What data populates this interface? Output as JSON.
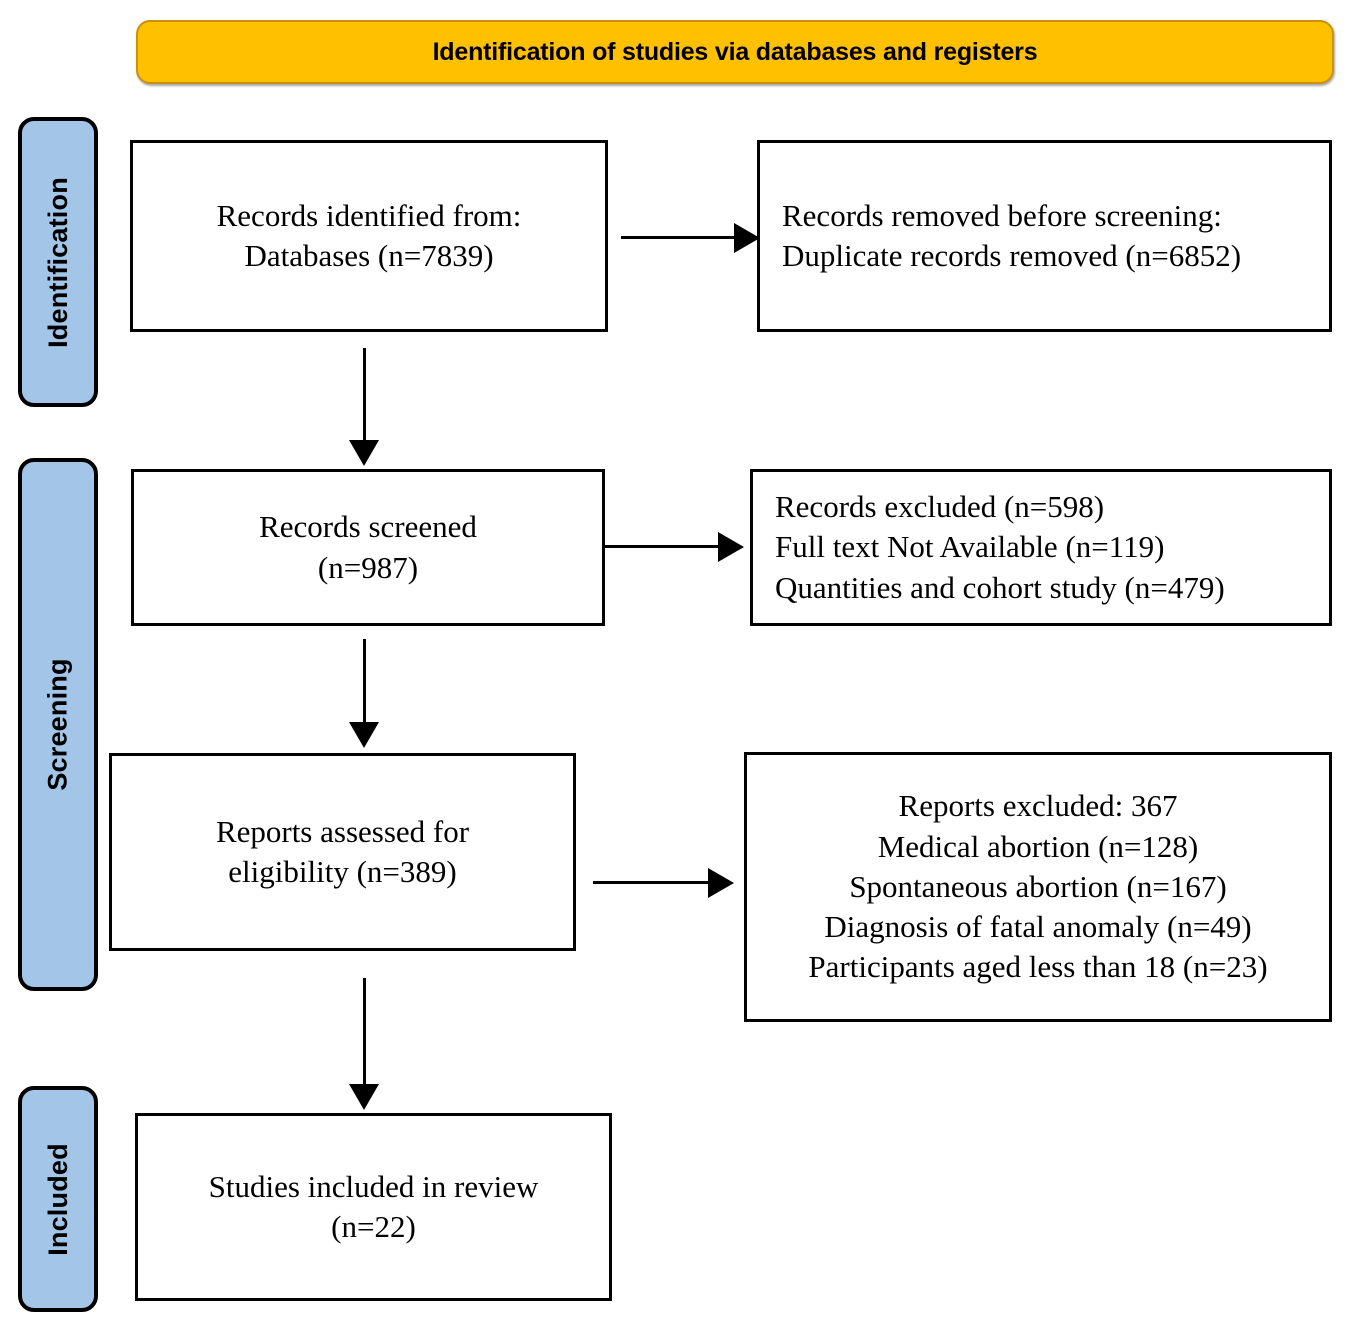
{
  "diagram": {
    "type": "prisma-flow-diagram",
    "header": {
      "title": "Identification of studies via databases and registers",
      "color": "#FFC000"
    },
    "stage_labels": {
      "color": "#A3C6E8",
      "identification": "Identification",
      "screening": "Screening",
      "included": "Included"
    },
    "boxes": {
      "records_identified": {
        "lines": [
          "Records identified from:",
          "Databases (n=7839)"
        ]
      },
      "records_removed": {
        "lines": [
          "Records removed before screening:",
          "Duplicate records removed (n=6852)"
        ]
      },
      "records_screened": {
        "lines": [
          "Records screened",
          "(n=987)"
        ]
      },
      "records_excluded": {
        "lines": [
          "Records excluded (n=598)",
          "Full text Not Available (n=119)",
          "Quantities and cohort study (n=479)"
        ]
      },
      "reports_assessed": {
        "lines": [
          "Reports assessed for",
          "eligibility (n=389)"
        ]
      },
      "reports_excluded": {
        "lines": [
          "Reports excluded: 367",
          "Medical abortion (n=128)",
          "Spontaneous abortion (n=167)",
          "Diagnosis of fatal anomaly (n=49)",
          "Participants aged less than 18 (n=23)"
        ]
      },
      "studies_included": {
        "lines": [
          "Studies included in review",
          "(n=22)"
        ]
      }
    },
    "counts": {
      "databases_identified": 7839,
      "duplicates_removed": 6852,
      "records_screened": 987,
      "records_excluded": 598,
      "full_text_not_available": 119,
      "quantities_and_cohort_study": 479,
      "reports_assessed": 389,
      "reports_excluded_total": 367,
      "medical_abortion": 128,
      "spontaneous_abortion": 167,
      "diagnosis_of_fatal_anomaly": 49,
      "participants_aged_less_than_18": 23,
      "studies_included": 22
    }
  }
}
